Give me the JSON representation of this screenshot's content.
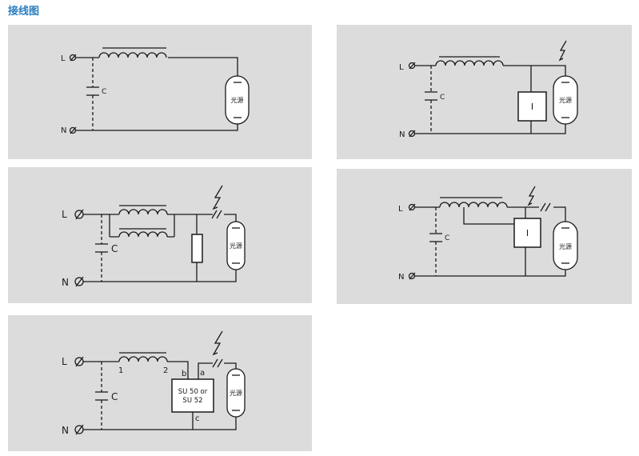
{
  "page": {
    "title": "接线图"
  },
  "labels": {
    "line": "L",
    "neutral": "N",
    "capacitor": "C",
    "lamp": "光源",
    "igniter": "I",
    "su_line1": "SU 50 or",
    "su_line2": "SU 52",
    "pin_1": "1",
    "pin_2": "2",
    "pin_a": "a",
    "pin_b": "b",
    "pin_c": "c"
  },
  "diagrams": [
    {
      "id": "basic-ballast"
    },
    {
      "id": "parallel-igniter"
    },
    {
      "id": "dual-ballast-resistor"
    },
    {
      "id": "tapped-ballast-igniter"
    },
    {
      "id": "su-igniter"
    }
  ]
}
